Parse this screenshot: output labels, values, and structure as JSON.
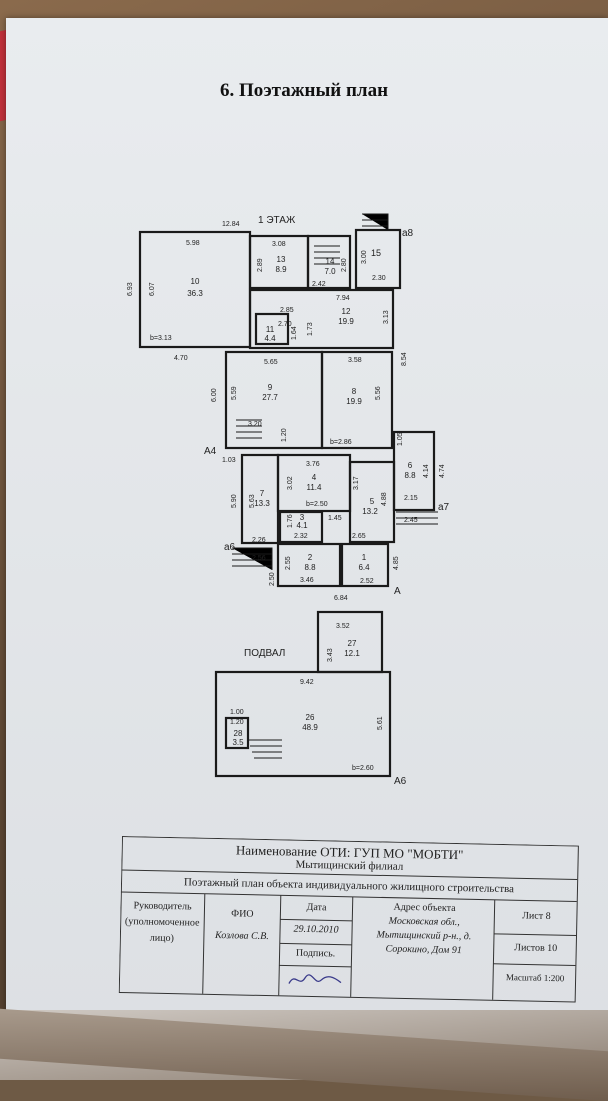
{
  "heading": "6. Поэтажный план",
  "floor1": {
    "title": "1 ЭТАЖ",
    "dims": [
      "12.84",
      "6.93",
      "6.07",
      "5.98",
      "4.70",
      "b=3.13",
      "3.08",
      "2.89",
      "2.80",
      "2.42",
      "3.00",
      "2.30",
      "7.94",
      "2.85",
      "2.70",
      "1.64",
      "1.73",
      "3.13",
      "5.65",
      "6.00",
      "5.59",
      "3.20",
      "1.20",
      "3.58",
      "5.56",
      "b=2.86",
      "8.54",
      "1.05",
      "1.03",
      "3.76",
      "3.02",
      "b=2.50",
      "3.17",
      "4.88",
      "5.90",
      "5.63",
      "1.76",
      "1.45",
      "2.32",
      "2.65",
      "2.26",
      "2.56",
      "2.55",
      "3.46",
      "2.52",
      "2.50",
      "6.84",
      "4.85",
      "2.15",
      "2.45",
      "4.14",
      "4.74"
    ],
    "rooms": [
      {
        "no": "10",
        "area": "36.3"
      },
      {
        "no": "13",
        "area": "8.9"
      },
      {
        "no": "14",
        "area": "7.0"
      },
      {
        "no": "15",
        "area": ""
      },
      {
        "no": "12",
        "area": "19.9"
      },
      {
        "no": "11",
        "area": "4.4"
      },
      {
        "no": "9",
        "area": "27.7"
      },
      {
        "no": "8",
        "area": "19.9"
      },
      {
        "no": "4",
        "area": "11.4"
      },
      {
        "no": "5",
        "area": "13.2"
      },
      {
        "no": "6",
        "area": "8.8"
      },
      {
        "no": "7",
        "area": "13.3"
      },
      {
        "no": "3",
        "area": "4.1"
      },
      {
        "no": "2",
        "area": "8.8"
      },
      {
        "no": "1",
        "area": "6.4"
      }
    ],
    "marks": [
      "a8",
      "A4",
      "a7",
      "a6",
      "A"
    ]
  },
  "basement": {
    "title": "ПОДВАЛ",
    "dims": [
      "3.52",
      "3.43",
      "9.42",
      "1.00",
      "1.20",
      "5.61",
      "b=2.60"
    ],
    "rooms": [
      {
        "no": "27",
        "area": "12.1"
      },
      {
        "no": "26",
        "area": "48.9"
      },
      {
        "no": "28",
        "area": "3.5"
      }
    ],
    "marks": [
      "A6"
    ]
  },
  "stamp": {
    "org_line1": "Наименование ОТИ: ГУП МО \"МОБТИ\"",
    "org_line2": "Мытищинский филиал",
    "doc_title": "Поэтажный план объекта индивидуального жилищного строительства",
    "head_label1": "Руководитель",
    "head_label2": "(уполномоченное",
    "head_label3": "лицо)",
    "fio_label": "ФИО",
    "fio_value": "Козлова С.В.",
    "date_label": "Дата",
    "date_value": "29.10.2010",
    "sign_label": "Подпись.",
    "address_label": "Адрес объекта",
    "address1": "Московская обл.,",
    "address2": "Мытищинский р-н., д.",
    "address3": "Сорокино, Дом 91",
    "sheet": "Лист 8",
    "sheets": "Листов 10",
    "scale": "Масштаб 1:200"
  },
  "colors": {
    "ink": "#1a1a1a",
    "paper": "#e6e9ec"
  }
}
